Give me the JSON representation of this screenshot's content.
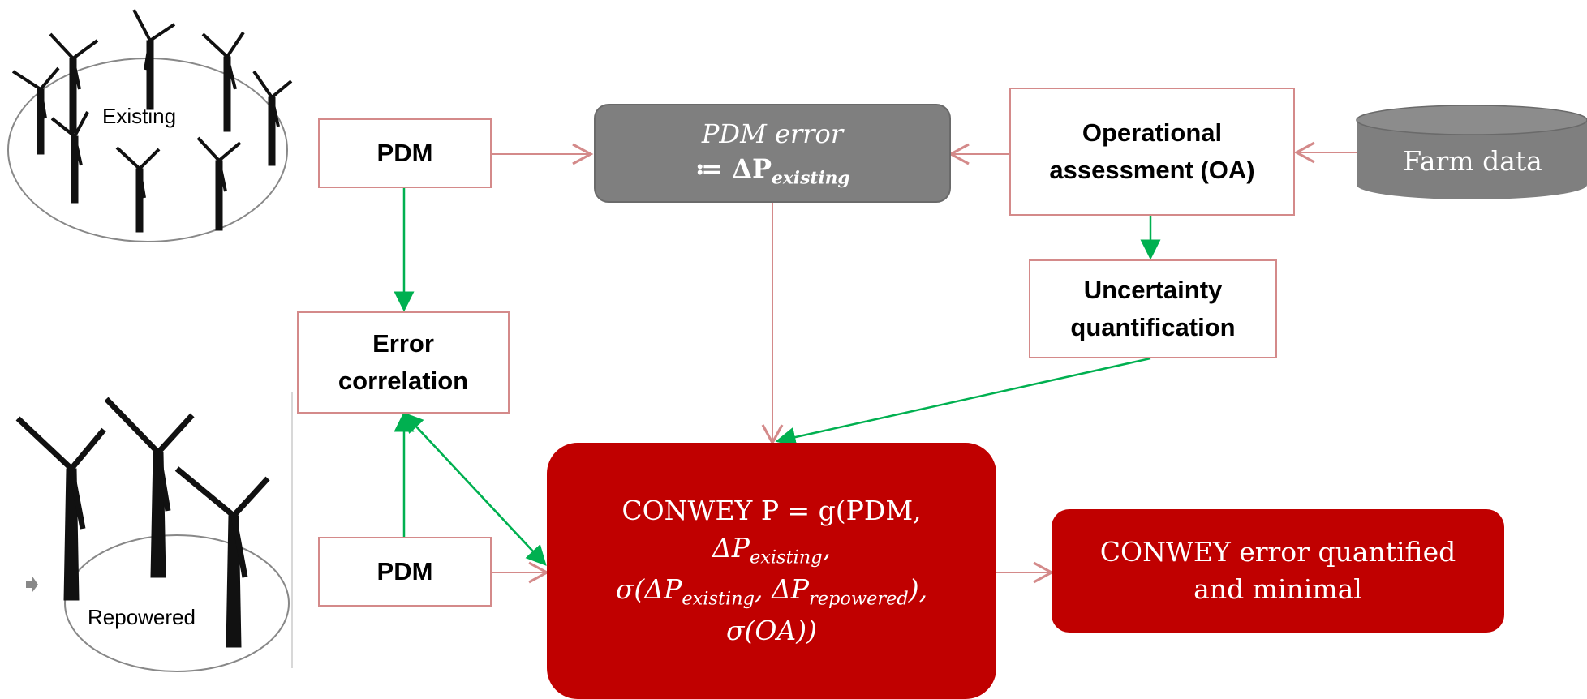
{
  "farms": {
    "existing_label": "Existing",
    "repowered_label": "Repowered"
  },
  "nodes": {
    "pdm_top": "PDM",
    "pdm_bottom": "PDM",
    "pdm_error_line1": "PDM error",
    "pdm_error_def": "≔ ΔP",
    "pdm_error_sub": "existing",
    "operational_assessment_line1": "Operational",
    "operational_assessment_line2": "assessment (OA)",
    "farm_data": "Farm data",
    "uncertainty_line1": "Uncertainty",
    "uncertainty_line2": "quantification",
    "error_corr_line1": "Error",
    "error_corr_line2": "correlation",
    "conwey_line1": "CONWEY P = g(PDM,",
    "conwey_dp": "ΔP",
    "conwey_existing": "existing",
    "conwey_sigma_open": "σ(ΔP",
    "conwey_comma_dp": ", ΔP",
    "conwey_repowered": "repowered",
    "conwey_sigma_close": "),",
    "conwey_line4": "σ(OA))",
    "conwey_result_line1": "CONWEY error quantified",
    "conwey_result_line2": "and minimal"
  },
  "colors": {
    "outline_border": "#d48a8a",
    "grey_box": "#7f7f7f",
    "red_box": "#c00000",
    "green_arrow": "#00b050",
    "pink_arrow": "#d48a8a"
  }
}
